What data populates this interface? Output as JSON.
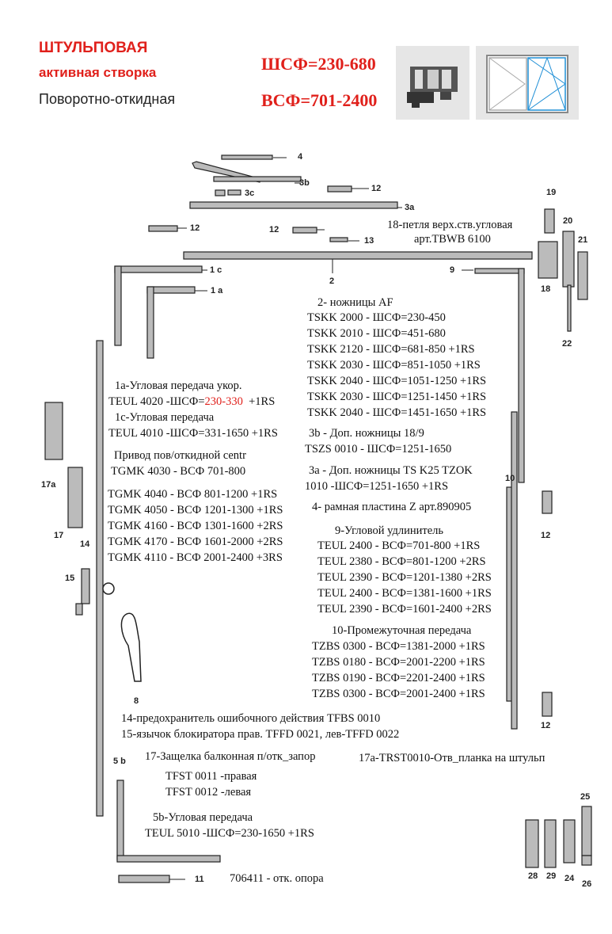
{
  "header": {
    "title1": "ШТУЛЬПОВАЯ",
    "title2": "активная створка",
    "title3": "Поворотно-откидная",
    "dim1": "ШСФ=230-680",
    "dim2": "ВСФ=701-2400"
  },
  "labels": {
    "p4": "4",
    "p3b": "3b",
    "p3c": "3c",
    "p12a": "12",
    "p3a": "3a",
    "p12b": "12",
    "p12c": "12",
    "p13": "13",
    "p1c": "1 c",
    "p2": "2",
    "p9": "9",
    "p1a": "1 a",
    "p19": "19",
    "p20": "20",
    "p21": "21",
    "p18": "18",
    "p22": "22",
    "p17a": "17a",
    "p17": "17",
    "p14": "14",
    "p15": "15",
    "p10": "10",
    "p12d": "12",
    "p12e": "12",
    "p8": "8",
    "p5b": "5 b",
    "p11": "11",
    "p25": "25",
    "p28": "28",
    "p29": "29",
    "p24": "24",
    "p26": "26"
  },
  "notes": {
    "n18a": "18-петля верх.ств.угловая",
    "n18b": "арт.TBWB 6100",
    "n2": "2- ножницы AF",
    "tskk": [
      "TSKK 2000 - ШСФ=230-450",
      "TSKK 2010 - ШСФ=451-680",
      "TSKK 2120 - ШСФ=681-850 +1RS",
      "TSKK 2030 - ШСФ=851-1050 +1RS",
      "TSKK 2040 - ШСФ=1051-1250 +1RS",
      "TSKK 2030 - ШСФ=1251-1450 +1RS",
      "TSKK 2040 - ШСФ=1451-1650 +1RS"
    ],
    "n1a": "1a-Угловая передача укор.",
    "n1a_pre": "TEUL 4020 -ШСФ=",
    "n1a_red": "230-330",
    "n1a_post": "+1RS",
    "n1c": "1c-Угловая передача",
    "n1c_item": "TEUL 4010 -ШСФ=331-1650 +1RS",
    "n3b": "3b - Доп. ножницы 18/9",
    "n3b_item": "TSZS 0010 - ШСФ=1251-1650",
    "drive": "Привод пов/откидной centr",
    "drive_item": "TGMK 4030 - ВСФ 701-800",
    "n3a": "3a - Доп. ножницы TS K25 TZOK",
    "n3a_item": "1010 -ШСФ=1251-1650 +1RS",
    "tgmk": [
      "TGMK 4040 - ВСФ 801-1200   +1RS",
      "TGMK 4050 - ВСФ 1201-1300 +1RS",
      "TGMK 4160 - ВСФ 1301-1600 +2RS",
      "TGMK 4170 - ВСФ 1601-2000 +2RS",
      "TGMK 4110 - ВСФ 2001-2400 +3RS"
    ],
    "n4": "4- рамная пластина Z  арт.890905",
    "n9": "9-Угловой удлинитель",
    "teul": [
      "TEUL 2400 - ВСФ=701-800    +1RS",
      "TEUL 2380 - ВСФ=801-1200 +2RS",
      "TEUL 2390 - ВСФ=1201-1380 +2RS",
      "TEUL 2400 - ВСФ=1381-1600 +1RS",
      "TEUL 2390 - ВСФ=1601-2400 +2RS"
    ],
    "n10": "10-Промежуточная передача",
    "tzbs": [
      "TZBS 0300 - ВСФ=1381-2000 +1RS",
      "TZBS 0180 - ВСФ=2001-2200 +1RS",
      "TZBS 0190 - ВСФ=2201-2400 +1RS",
      "TZBS 0300 -  ВСФ=2001-2400 +1RS"
    ],
    "n14": "14-предохранитель ошибочного действия TFBS 0010",
    "n15": "15-язычок блокиратора прав.  TFFD 0021, лев-TFFD 0022",
    "n17": "17-Защелка балконная п/отк_запор",
    "n17a": "17a-TRST0010-Отв_планка на штульп",
    "tfst1": "TFST 0011 -правая",
    "tfst2": "TFST 0012 -левая",
    "n5b": "5b-Угловая передача",
    "n5b_item": "TEUL 5010 -ШСФ=230-1650 +1RS",
    "n706": "706411 - отк. опора"
  },
  "colors": {
    "accent": "#e0201b",
    "window_blue": "#1f8fd6",
    "thumb_bg": "#e6e6e6"
  }
}
